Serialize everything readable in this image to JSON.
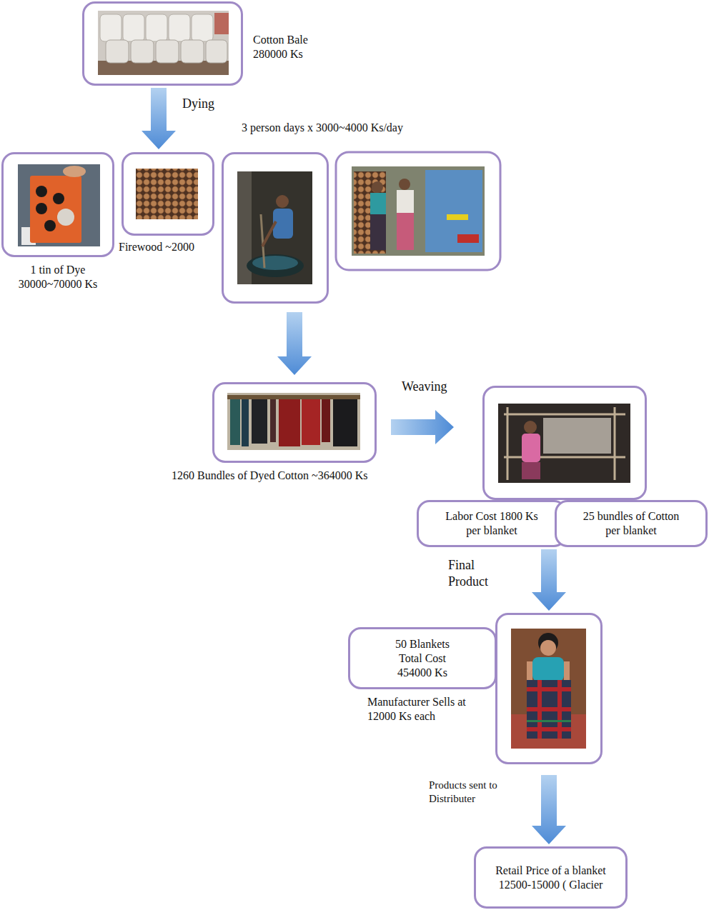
{
  "diagram": {
    "nodes": [
      {
        "text": [
          "Cotton Bale 280000 Ks"
        ]
      },
      {
        "text": [
          "1 tin of Dye 30000~70000 Ks"
        ]
      },
      {
        "text": [
          "Firewood ~2000"
        ]
      },
      {
        "text": [
          "3 person days x 3000~4000 Ks/day"
        ]
      },
      {
        "text": [
          "1260 Bundles of Dyed Cotton ~364000 Ks"
        ]
      },
      {
        "text": []
      },
      {
        "text": [
          "Labor Cost 1800 Ks per blanket"
        ]
      },
      {
        "text": [
          "25 bundles of Cotton per blanket"
        ]
      },
      {
        "text": [
          "50 Blankets Total Cost 454000 Ks"
        ]
      },
      {
        "text": [
          "Manufacturer Sells at 12000 Ks each"
        ]
      },
      {
        "text": [
          "Retail Price of a blanket 12500-15000 ( Glacier"
        ]
      }
    ],
    "edges": [
      {
        "from": 0,
        "to": 2,
        "label": "Dying",
        "arrow": "to"
      },
      {
        "from": 3,
        "to": 4,
        "arrow": "to"
      },
      {
        "from": 4,
        "to": 5,
        "label": "Weaving",
        "arrow": "to"
      },
      {
        "from": 6,
        "to": 9,
        "label": "Final Product",
        "arrow": "to"
      },
      {
        "from": 9,
        "to": 10,
        "label": "Products sent to Distributer",
        "arrow": "to"
      }
    ]
  }
}
